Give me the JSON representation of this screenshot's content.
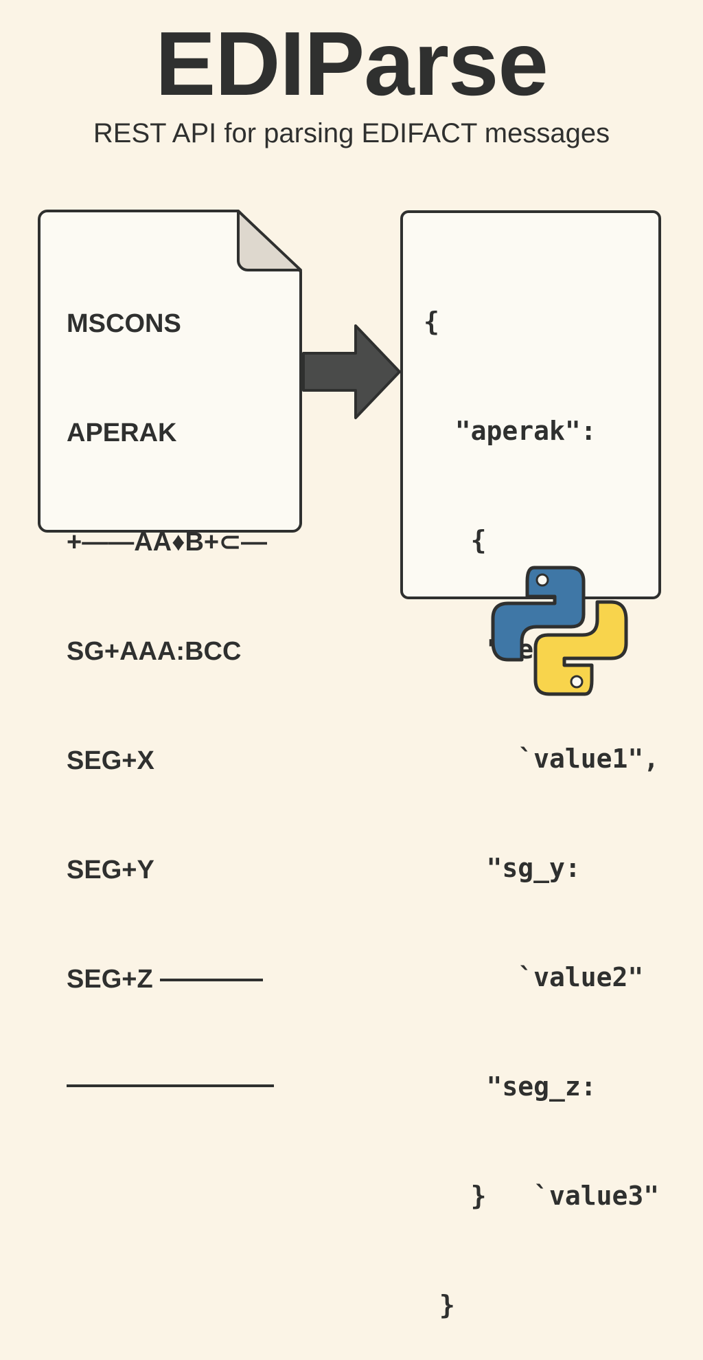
{
  "header": {
    "title": "EDIParse",
    "subtitle": "REST API for parsing EDIFACT messages"
  },
  "edi_document": {
    "lines": [
      "MSCONS",
      "APERAK",
      "+——AA♦B+⊂—",
      "SG+AAA:BCC",
      "SEG+X",
      "SEG+Y",
      "SEG+Z"
    ]
  },
  "json_output": {
    "lines": [
      "{",
      "  \"aperak\":",
      "   {",
      "    \"seg_x:",
      "      `value1\",",
      "    \"sg_y:",
      "      `value2\"",
      "    \"seg_z:",
      "   }   `value3\"",
      " }"
    ]
  },
  "icons": {
    "arrow": "arrow-right-icon",
    "logo": "python-logo-icon",
    "document": "document-icon"
  },
  "colors": {
    "background": "#fbf4e6",
    "ink": "#2f302f",
    "python_blue": "#3f77a6",
    "python_yellow": "#f8d44c"
  }
}
